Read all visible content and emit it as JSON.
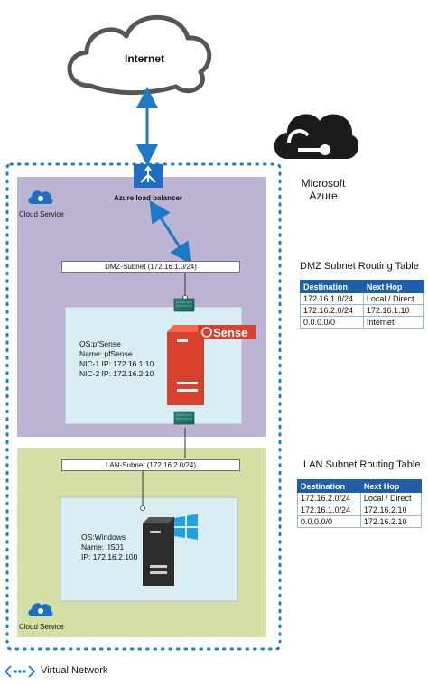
{
  "internet": {
    "label": "Internet"
  },
  "azure": {
    "label_line1": "Microsoft",
    "label_line2": "Azure"
  },
  "load_balancer": {
    "label": "Azure load balancer"
  },
  "cloud_service_top": {
    "label": "Cloud Service"
  },
  "cloud_service_bottom": {
    "label": "Cloud Service"
  },
  "dmz_subnet": {
    "label": "DMZ-Subnet (172.16.1.0/24)"
  },
  "lan_subnet": {
    "label": "LAN-Subnet (172.16.2.0/24)"
  },
  "pfsense_logo": {
    "text": "Sense"
  },
  "pfsense_host": {
    "os": "OS:pfSense",
    "name": "Name: pfSense",
    "nic1": "NIC-1 IP: 172.16.1.10",
    "nic2": "NIC-2 IP: 172.16.2.10"
  },
  "windows_host": {
    "os": "OS:Windows",
    "name": "Name: IIS01",
    "ip": "IP: 172.16.2.100"
  },
  "dmz_table": {
    "title": "DMZ Subnet Routing Table",
    "headers": [
      "Destination",
      "Next Hop"
    ],
    "rows": [
      [
        "172.16.1.0/24",
        "Local / Direct"
      ],
      [
        "172.16.2.0/24",
        "172.16.1.10"
      ],
      [
        "0.0.0.0/0",
        "Internet"
      ]
    ]
  },
  "lan_table": {
    "title": "LAN Subnet Routing Table",
    "headers": [
      "Destination",
      "Next Hop"
    ],
    "rows": [
      [
        "172.16.2.0/24",
        "Local / Direct"
      ],
      [
        "172.16.1.0/24",
        "172.16.2.10"
      ],
      [
        "0.0.0.0/0",
        "172.16.2.10"
      ]
    ]
  },
  "legend": {
    "label": "Virtual Network",
    "icon": "virtual-network-icon"
  },
  "colors": {
    "dmz_zone": "#bdb4d3",
    "lan_zone": "#d4e0a6",
    "host_box": "#d8eef3",
    "vnet_border": "#1e7fc6",
    "arrow": "#1e78c8",
    "table_header": "#1f5fa8",
    "firewall_red": "#d9412c"
  }
}
